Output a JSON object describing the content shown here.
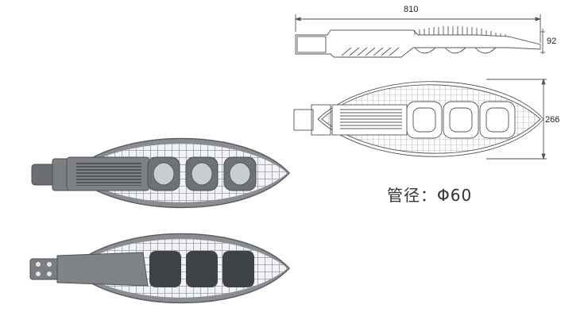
{
  "dimensions": {
    "length": "810",
    "height": "92",
    "width": "266"
  },
  "pipe_note": "管径：Φ60",
  "colors": {
    "housing": "#8a8d92",
    "housing_dark": "#5d6066",
    "grille": "#9a9da3",
    "line_drawing": "#555555",
    "lens": "#c9cdd2"
  },
  "views": [
    {
      "name": "top-view-render"
    },
    {
      "name": "bottom-view-render"
    },
    {
      "name": "side-elevation-drawing"
    },
    {
      "name": "top-plan-drawing"
    }
  ]
}
